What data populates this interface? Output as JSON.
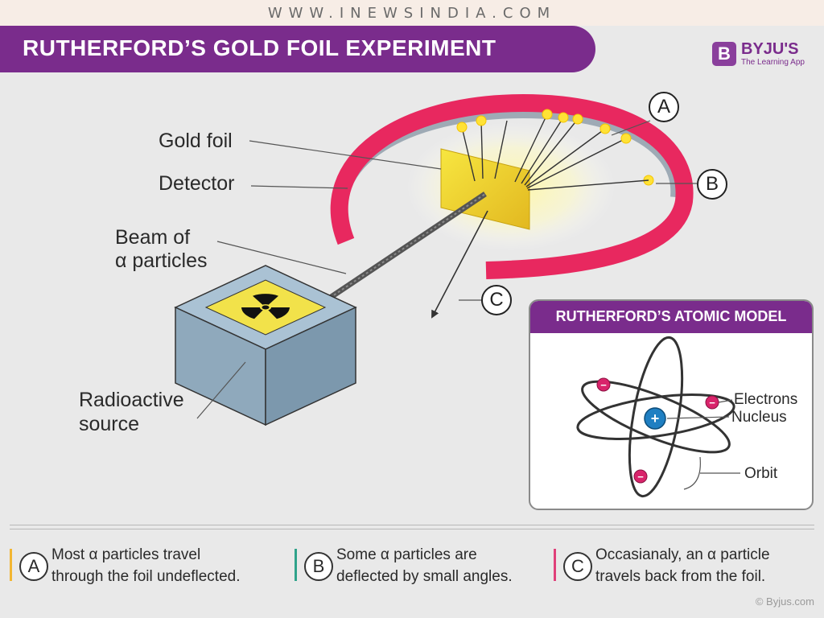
{
  "site_url": "WWW.INEWSINDIA.COM",
  "title": "RUTHERFORD’S GOLD FOIL EXPERIMENT",
  "logo": {
    "badge": "B",
    "name": "BYJU'S",
    "tagline": "The Learning App"
  },
  "labels": {
    "gold_foil": "Gold foil",
    "detector": "Detector",
    "beam_line1": "Beam of",
    "beam_line2": "α particles",
    "source_line1": "Radioactive",
    "source_line2": "source",
    "marker_a": "A",
    "marker_b": "B",
    "marker_c": "C"
  },
  "atomic_model": {
    "title": "RUTHERFORD’S ATOMIC MODEL",
    "electrons": "Electrons",
    "nucleus": "Nucleus",
    "orbit": "Orbit",
    "electron_sign": "−",
    "nucleus_sign": "+"
  },
  "legend": [
    {
      "letter": "A",
      "line1": "Most α particles travel",
      "line2": "through the foil undeflected.",
      "color": "#f2b632"
    },
    {
      "letter": "B",
      "line1": "Some α particles are",
      "line2": "deflected by small angles.",
      "color": "#2fa38a"
    },
    {
      "letter": "C",
      "line1": "Occasianaly, an α particle",
      "line2": "travels back from the foil.",
      "color": "#e0407a"
    }
  ],
  "copyright": "© Byjus.com",
  "colors": {
    "accent": "#7a2c8c",
    "detector": "#e8285f",
    "detector_inner": "#9eaab5",
    "foil": "#f0d020",
    "box": "#9cb4c6"
  }
}
